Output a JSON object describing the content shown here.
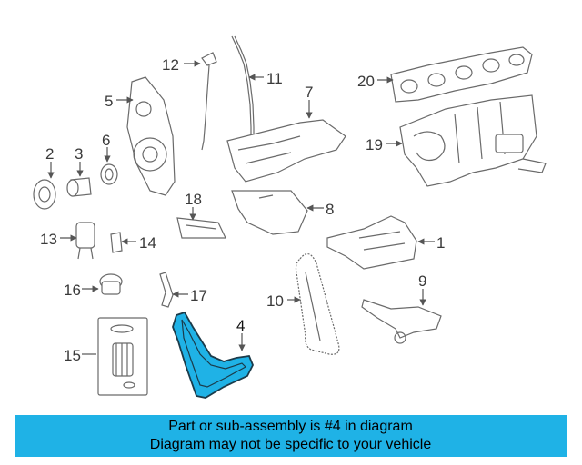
{
  "diagram": {
    "highlighted_part": "4",
    "highlight_color": "#1fb2e6",
    "callouts": {
      "p1": "1",
      "p2": "2",
      "p3": "3",
      "p4": "4",
      "p5": "5",
      "p6": "6",
      "p7": "7",
      "p8": "8",
      "p9": "9",
      "p10": "10",
      "p11": "11",
      "p12": "12",
      "p13": "13",
      "p14": "14",
      "p15": "15",
      "p16": "16",
      "p17": "17",
      "p18": "18",
      "p19": "19",
      "p20": "20"
    }
  },
  "banner": {
    "line1": "Part or sub-assembly is #4 in diagram",
    "line2": "Diagram may not be specific to your vehicle",
    "background": "#1fb2e6"
  }
}
